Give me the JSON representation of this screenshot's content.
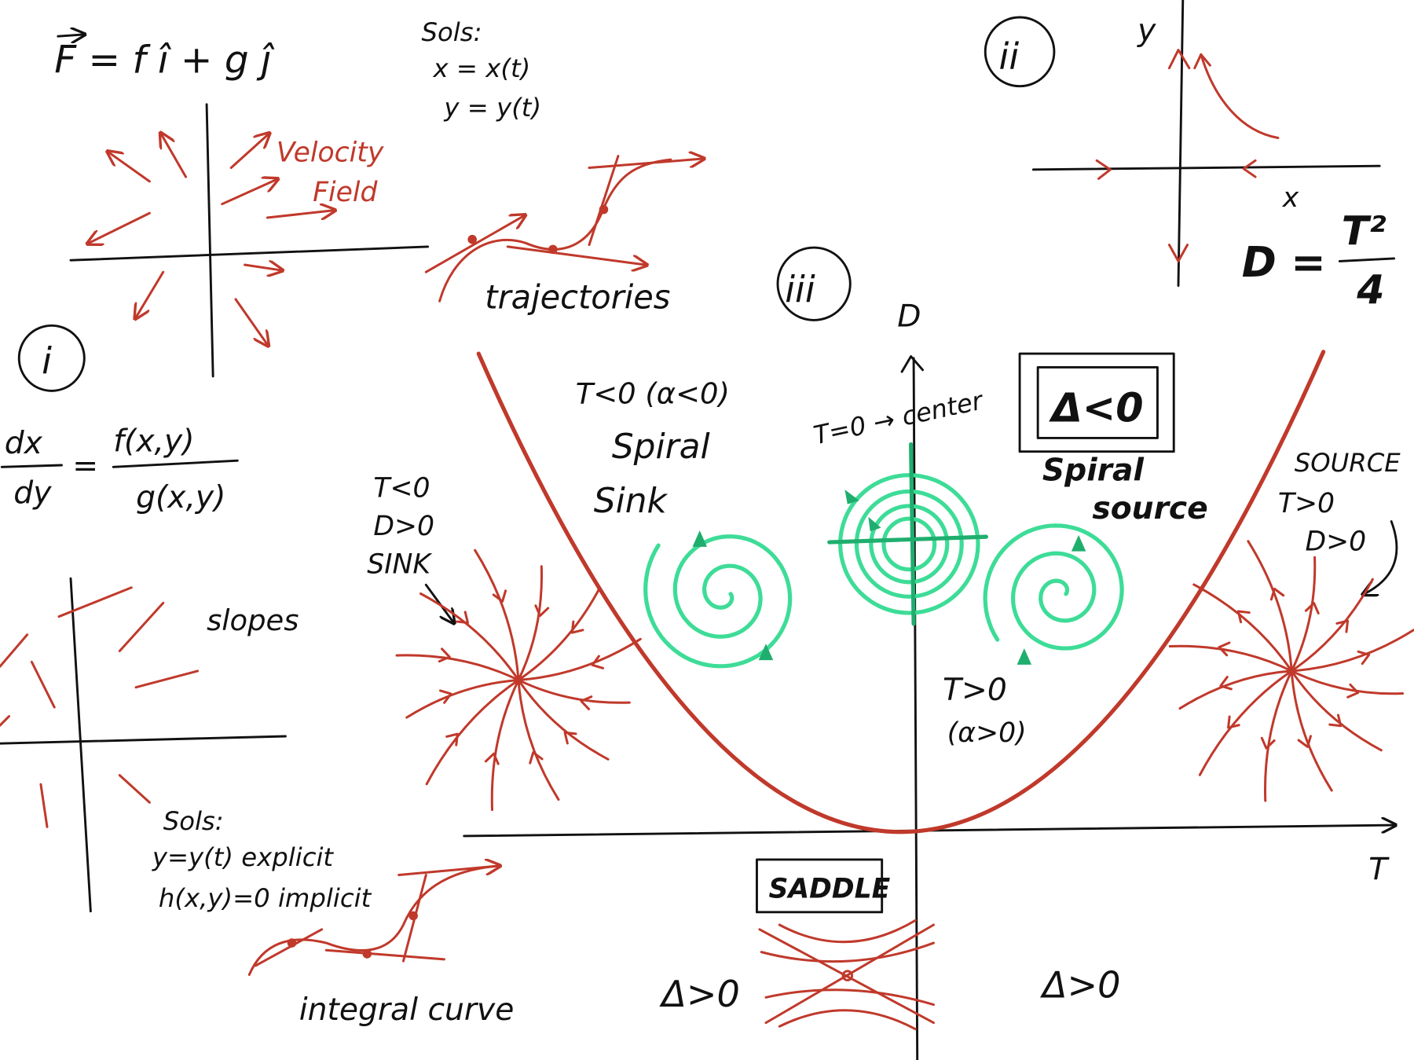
{
  "colors": {
    "ink": "#111111",
    "red": "#c0392b",
    "green": "#3ddc97"
  },
  "section_i": {
    "marker": "i",
    "field_equation": "F = f î + g ĵ",
    "sols_title": "Sols:",
    "sol_x": "x = x(t)",
    "sol_y": "y = y(t)",
    "velocity_label_1": "Velocity",
    "velocity_label_2": "Field",
    "trajectories_label": "trajectories",
    "slope_numerator_left": "dx",
    "slope_denominator_left": "dy",
    "slope_equals": "=",
    "slope_numerator_right": "f(x,y)",
    "slope_denominator_right": "g(x,y)",
    "slopes_label": "slopes",
    "sols2_title": "Sols:",
    "sols2_explicit": "y=y(t) explicit",
    "sols2_implicit": "h(x,y)=0 implicit",
    "integral_curve_label": "integral curve"
  },
  "section_ii": {
    "marker": "ii",
    "y_axis": "y",
    "x_axis": "x",
    "parabola_eq_lhs": "D =",
    "parabola_eq_num": "T²",
    "parabola_eq_den": "4"
  },
  "section_iii": {
    "marker": "iii",
    "d_axis": "D",
    "t_axis": "T",
    "spiral_sink_cond": "T<0 (α<0)",
    "spiral_sink_1": "Spiral",
    "spiral_sink_2": "Sink",
    "center_label": "T=0 → center",
    "delta_neg": "Δ<0",
    "spiral_source_1": "Spiral",
    "spiral_source_2": "source",
    "source_label": "SOURCE",
    "source_t": "T>0",
    "source_d": "D>0",
    "sink_t": "T<0",
    "sink_d": "D>0",
    "sink_label": "SINK",
    "spiral_source_cond_1": "T>0",
    "spiral_source_cond_2": "(α>0)",
    "saddle_label": "SADDLE",
    "delta_pos_left": "Δ>0",
    "delta_pos_right": "Δ>0"
  }
}
